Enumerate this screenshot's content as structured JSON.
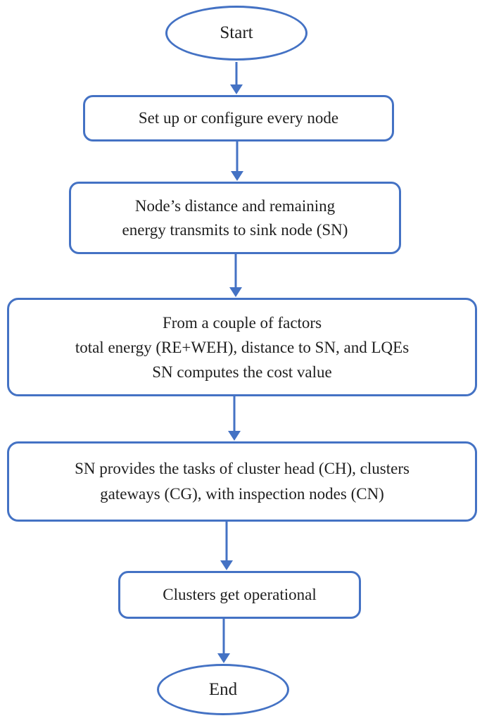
{
  "colors": {
    "accent": "#4472C4",
    "text": "#1f1f1f",
    "background": "#ffffff",
    "node_fill": "#ffffff"
  },
  "diagram": {
    "type": "flowchart",
    "direction": "top-to-bottom",
    "nodes": [
      {
        "id": "start",
        "shape": "terminator",
        "label": "Start"
      },
      {
        "id": "setup",
        "shape": "process",
        "label": "Set up or configure every node"
      },
      {
        "id": "transmit",
        "shape": "process",
        "label": "Node’s distance and remaining\nenergy transmits to sink node (SN)"
      },
      {
        "id": "compute",
        "shape": "process",
        "label": "From a couple of factors\ntotal energy (RE+WEH), distance to SN, and LQEs\nSN computes the cost value"
      },
      {
        "id": "assign",
        "shape": "process",
        "label": "SN provides the tasks of cluster head (CH), clusters\ngateways (CG), with inspection nodes (CN)"
      },
      {
        "id": "operational",
        "shape": "process",
        "label": "Clusters get operational"
      },
      {
        "id": "end",
        "shape": "terminator",
        "label": "End"
      }
    ],
    "edges": [
      {
        "from": "start",
        "to": "setup"
      },
      {
        "from": "setup",
        "to": "transmit"
      },
      {
        "from": "transmit",
        "to": "compute"
      },
      {
        "from": "compute",
        "to": "assign"
      },
      {
        "from": "assign",
        "to": "operational"
      },
      {
        "from": "operational",
        "to": "end"
      }
    ]
  }
}
